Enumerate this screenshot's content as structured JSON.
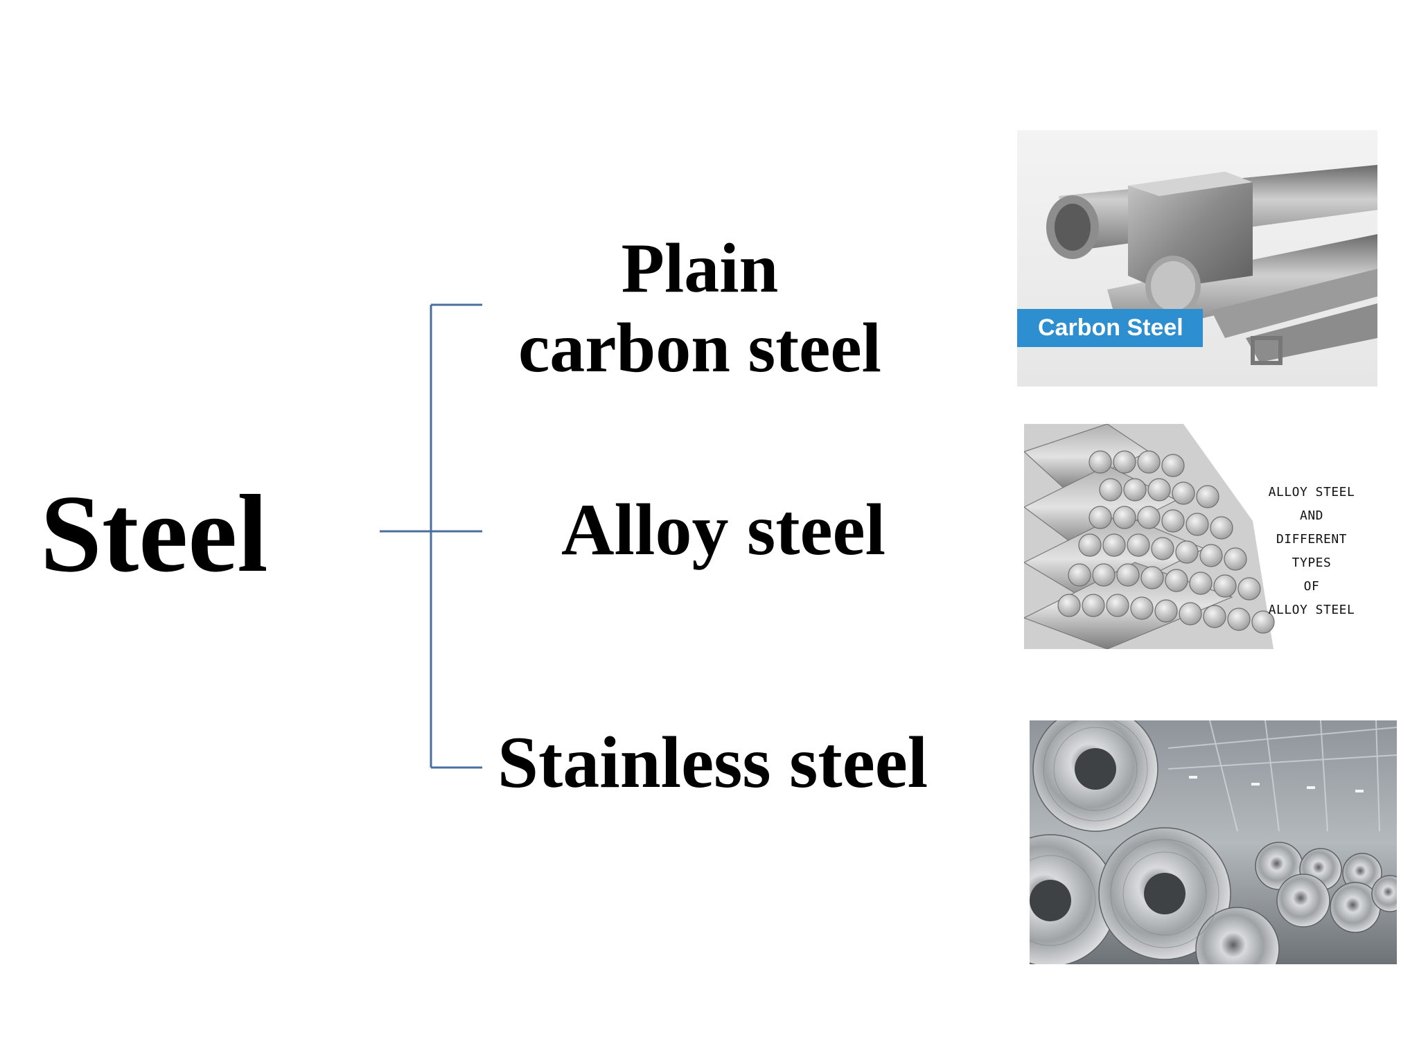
{
  "root": {
    "label": "Steel"
  },
  "branches": [
    {
      "label_line1": "Plain",
      "label_line2": "carbon steel",
      "image_icon": "carbon-steel-bars-photo",
      "image_caption": "Carbon Steel"
    },
    {
      "label": "Alloy steel",
      "image_icon": "alloy-steel-rods-photo",
      "image_caption_lines": [
        "ALLOY STEEL AND",
        "DIFFERENT TYPES",
        "OF",
        "ALLOY STEEL"
      ]
    },
    {
      "label": "Stainless steel",
      "image_icon": "stainless-steel-coils-photo"
    }
  ],
  "colors": {
    "connector": "#4a6ea0",
    "text": "#000000",
    "caption_band": "#2e8fd0"
  }
}
